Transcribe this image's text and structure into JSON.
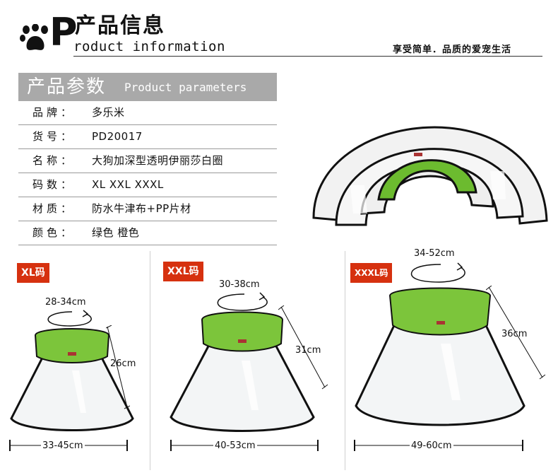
{
  "header": {
    "logo_letter": "P",
    "title_cn": "产品信息",
    "title_en": "roduct information",
    "slogan": "享受简单．品质的爱宠生活"
  },
  "params": {
    "heading_cn": "产品参数",
    "heading_en": "Product parameters",
    "rows": [
      {
        "key": "品牌：",
        "value": "多乐米"
      },
      {
        "key": "货号：",
        "value": "PD20017"
      },
      {
        "key": "名称：",
        "value": "大狗加深型透明伊丽莎白圈"
      },
      {
        "key": "码数：",
        "value": "XL XXL XXXL"
      },
      {
        "key": "材质：",
        "value": "防水牛津布+PP片材"
      },
      {
        "key": "颜色：",
        "value": "绿色 橙色"
      }
    ]
  },
  "sizes": [
    {
      "badge": "XL码",
      "neck": "28-34cm",
      "depth": "26cm",
      "width": "33-45cm"
    },
    {
      "badge": "XXL码",
      "neck": "30-38cm",
      "depth": "31cm",
      "width": "40-53cm"
    },
    {
      "badge": "XXXL码",
      "neck": "34-52cm",
      "depth": "36cm",
      "width": "49-60cm"
    }
  ],
  "colors": {
    "green": "#7cc53b",
    "badge_red": "#d6310f",
    "heading_gray": "#a9a9a9"
  }
}
